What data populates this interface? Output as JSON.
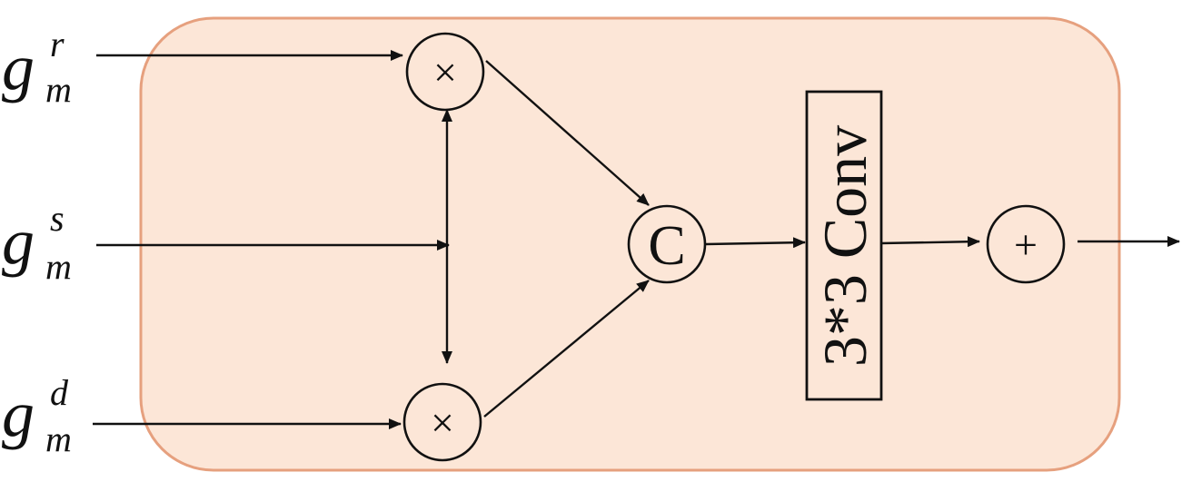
{
  "colors": {
    "panel_fill": "#fce6d7",
    "panel_stroke": "#e6a07e",
    "ink": "#111111"
  },
  "inputs": [
    {
      "base": "g",
      "superscript": "r",
      "subscript": "m"
    },
    {
      "base": "g",
      "superscript": "s",
      "subscript": "m"
    },
    {
      "base": "g",
      "superscript": "d",
      "subscript": "m"
    }
  ],
  "ops": {
    "multiply_symbol": "×",
    "concat_symbol": "C",
    "add_symbol": "+"
  },
  "conv_label": "3*3 Conv"
}
